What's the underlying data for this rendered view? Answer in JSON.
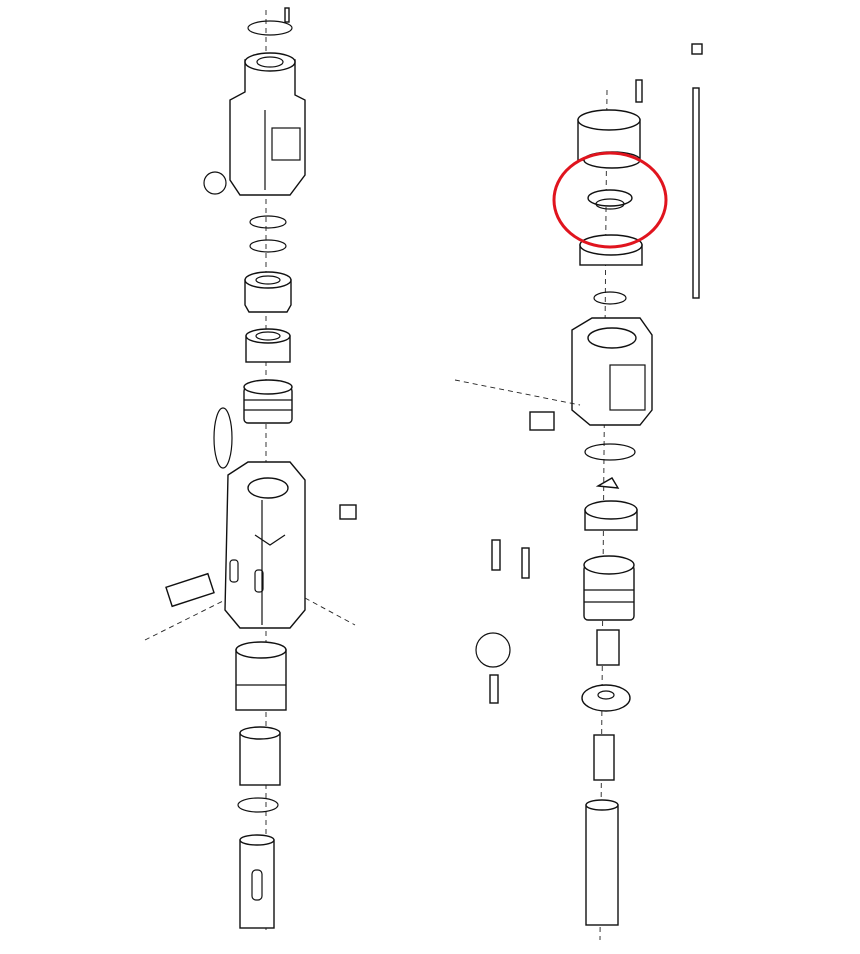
{
  "diagram": {
    "type": "exploded-parts-drawing",
    "assemblies": [
      "left-assembly",
      "right-assembly"
    ],
    "highlight_color": "#e0141e",
    "line_color": "#111111",
    "background": "#ffffff"
  }
}
